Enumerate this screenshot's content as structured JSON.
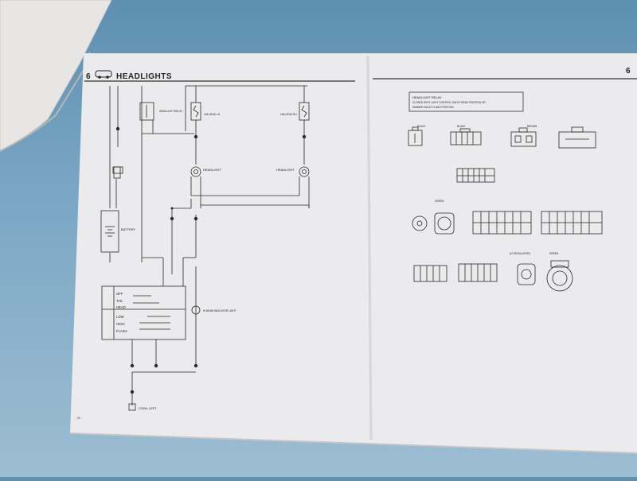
{
  "colors": {
    "background": "#7aa6c4",
    "paper": "#ecebed",
    "ink": "#2a2a2a"
  },
  "left_page": {
    "page_number": "6",
    "section_title": "HEADLIGHTS",
    "headlight_relay_label": "HEADLIGHT RELAY",
    "fuse_head_lh": "15A HEAD LH",
    "fuse_head_rh": "15A HEAD RH",
    "headlight_label_1": "HEADLIGHT",
    "headlight_label_2": "HEADLIGHT",
    "battery_label": "BATTERY",
    "indicator_label": "HI BEAM INDICATOR LIGHT",
    "ground_label": "COWL LEFT",
    "switch_rows": [
      "OFF",
      "TAIL",
      "HEAD",
      "LOW",
      "HIGH",
      "FLASH"
    ],
    "footer": "- 22 -"
  },
  "right_page": {
    "page_number": "6",
    "relay_title": "HEADLIGHT RELAY",
    "relay_desc_1": "CLOSED WITH LIGHT CONTROL S/W AT HEAD POSITION OR",
    "relay_desc_2": "DIMMER S/W AT FLASH POSITION",
    "connector_labels": [
      "BLACK",
      "BLACK",
      "BROWN",
      "GREEN",
      "GREEN"
    ],
    "ic_regulator_label": "(IC REGULATOR)"
  }
}
